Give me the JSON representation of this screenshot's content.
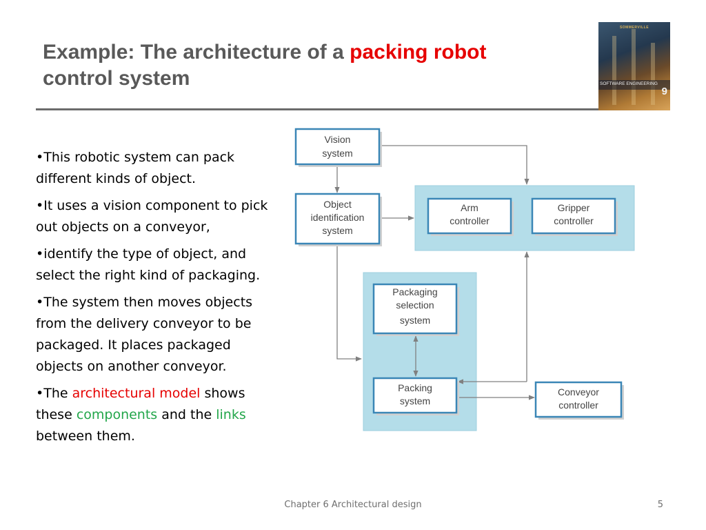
{
  "title": {
    "before": "Example: The architecture of a ",
    "highlight": "packing robot",
    "after": "control system"
  },
  "book_cover": {
    "publisher": "SOMMERVILLE",
    "title": "SOFTWARE ENGINEERING",
    "edition": "9"
  },
  "bullets": {
    "b1": "This robotic system can pack different kinds of object.",
    "b2": "It uses a vision component to pick out objects on a conveyor,",
    "b3": "identify the type of object, and select the right kind of packaging.",
    "b4": "The system then moves objects from the delivery conveyor to be packaged. It places packaged objects on another conveyor.",
    "b5": {
      "p1": "The ",
      "p2": "architectural model",
      "p3": " shows these ",
      "p4": "components",
      "p5": " and the ",
      "p6": "links",
      "p7": " between them."
    }
  },
  "diagram": {
    "colors": {
      "group_fill": "#b4dde9",
      "box_stroke": "#3a86b6",
      "arrow": "#808080"
    },
    "vision": [
      "Vision",
      "system"
    ],
    "object_id": [
      "Object",
      "identification",
      "system"
    ],
    "arm": [
      "Arm",
      "controller"
    ],
    "gripper": [
      "Gripper",
      "controller"
    ],
    "packaging": [
      "Packaging",
      "selection",
      "system"
    ],
    "packing": [
      "Packing",
      "system"
    ],
    "conveyor": [
      "Conveyor",
      "controller"
    ]
  },
  "footer": {
    "chapter": "Chapter 6 Architectural design",
    "page": "5"
  }
}
